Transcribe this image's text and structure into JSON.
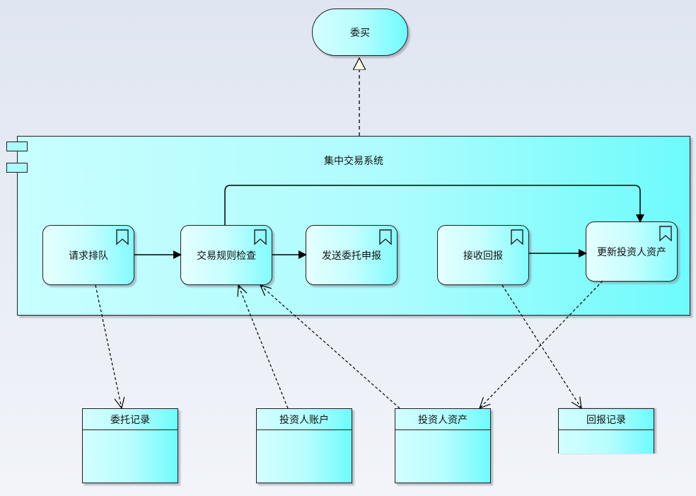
{
  "actor": {
    "label": "委买"
  },
  "system": {
    "title": "集中交易系统"
  },
  "processes": [
    {
      "label": "请求排队"
    },
    {
      "label": "交易规则检查"
    },
    {
      "label": "发送委托申报"
    },
    {
      "label": "接收回报"
    },
    {
      "label": "更新投资人资产"
    }
  ],
  "data_stores": [
    {
      "label": "委托记录"
    },
    {
      "label": "投资人账户"
    },
    {
      "label": "投资人资产"
    },
    {
      "label": "回报记录"
    }
  ]
}
